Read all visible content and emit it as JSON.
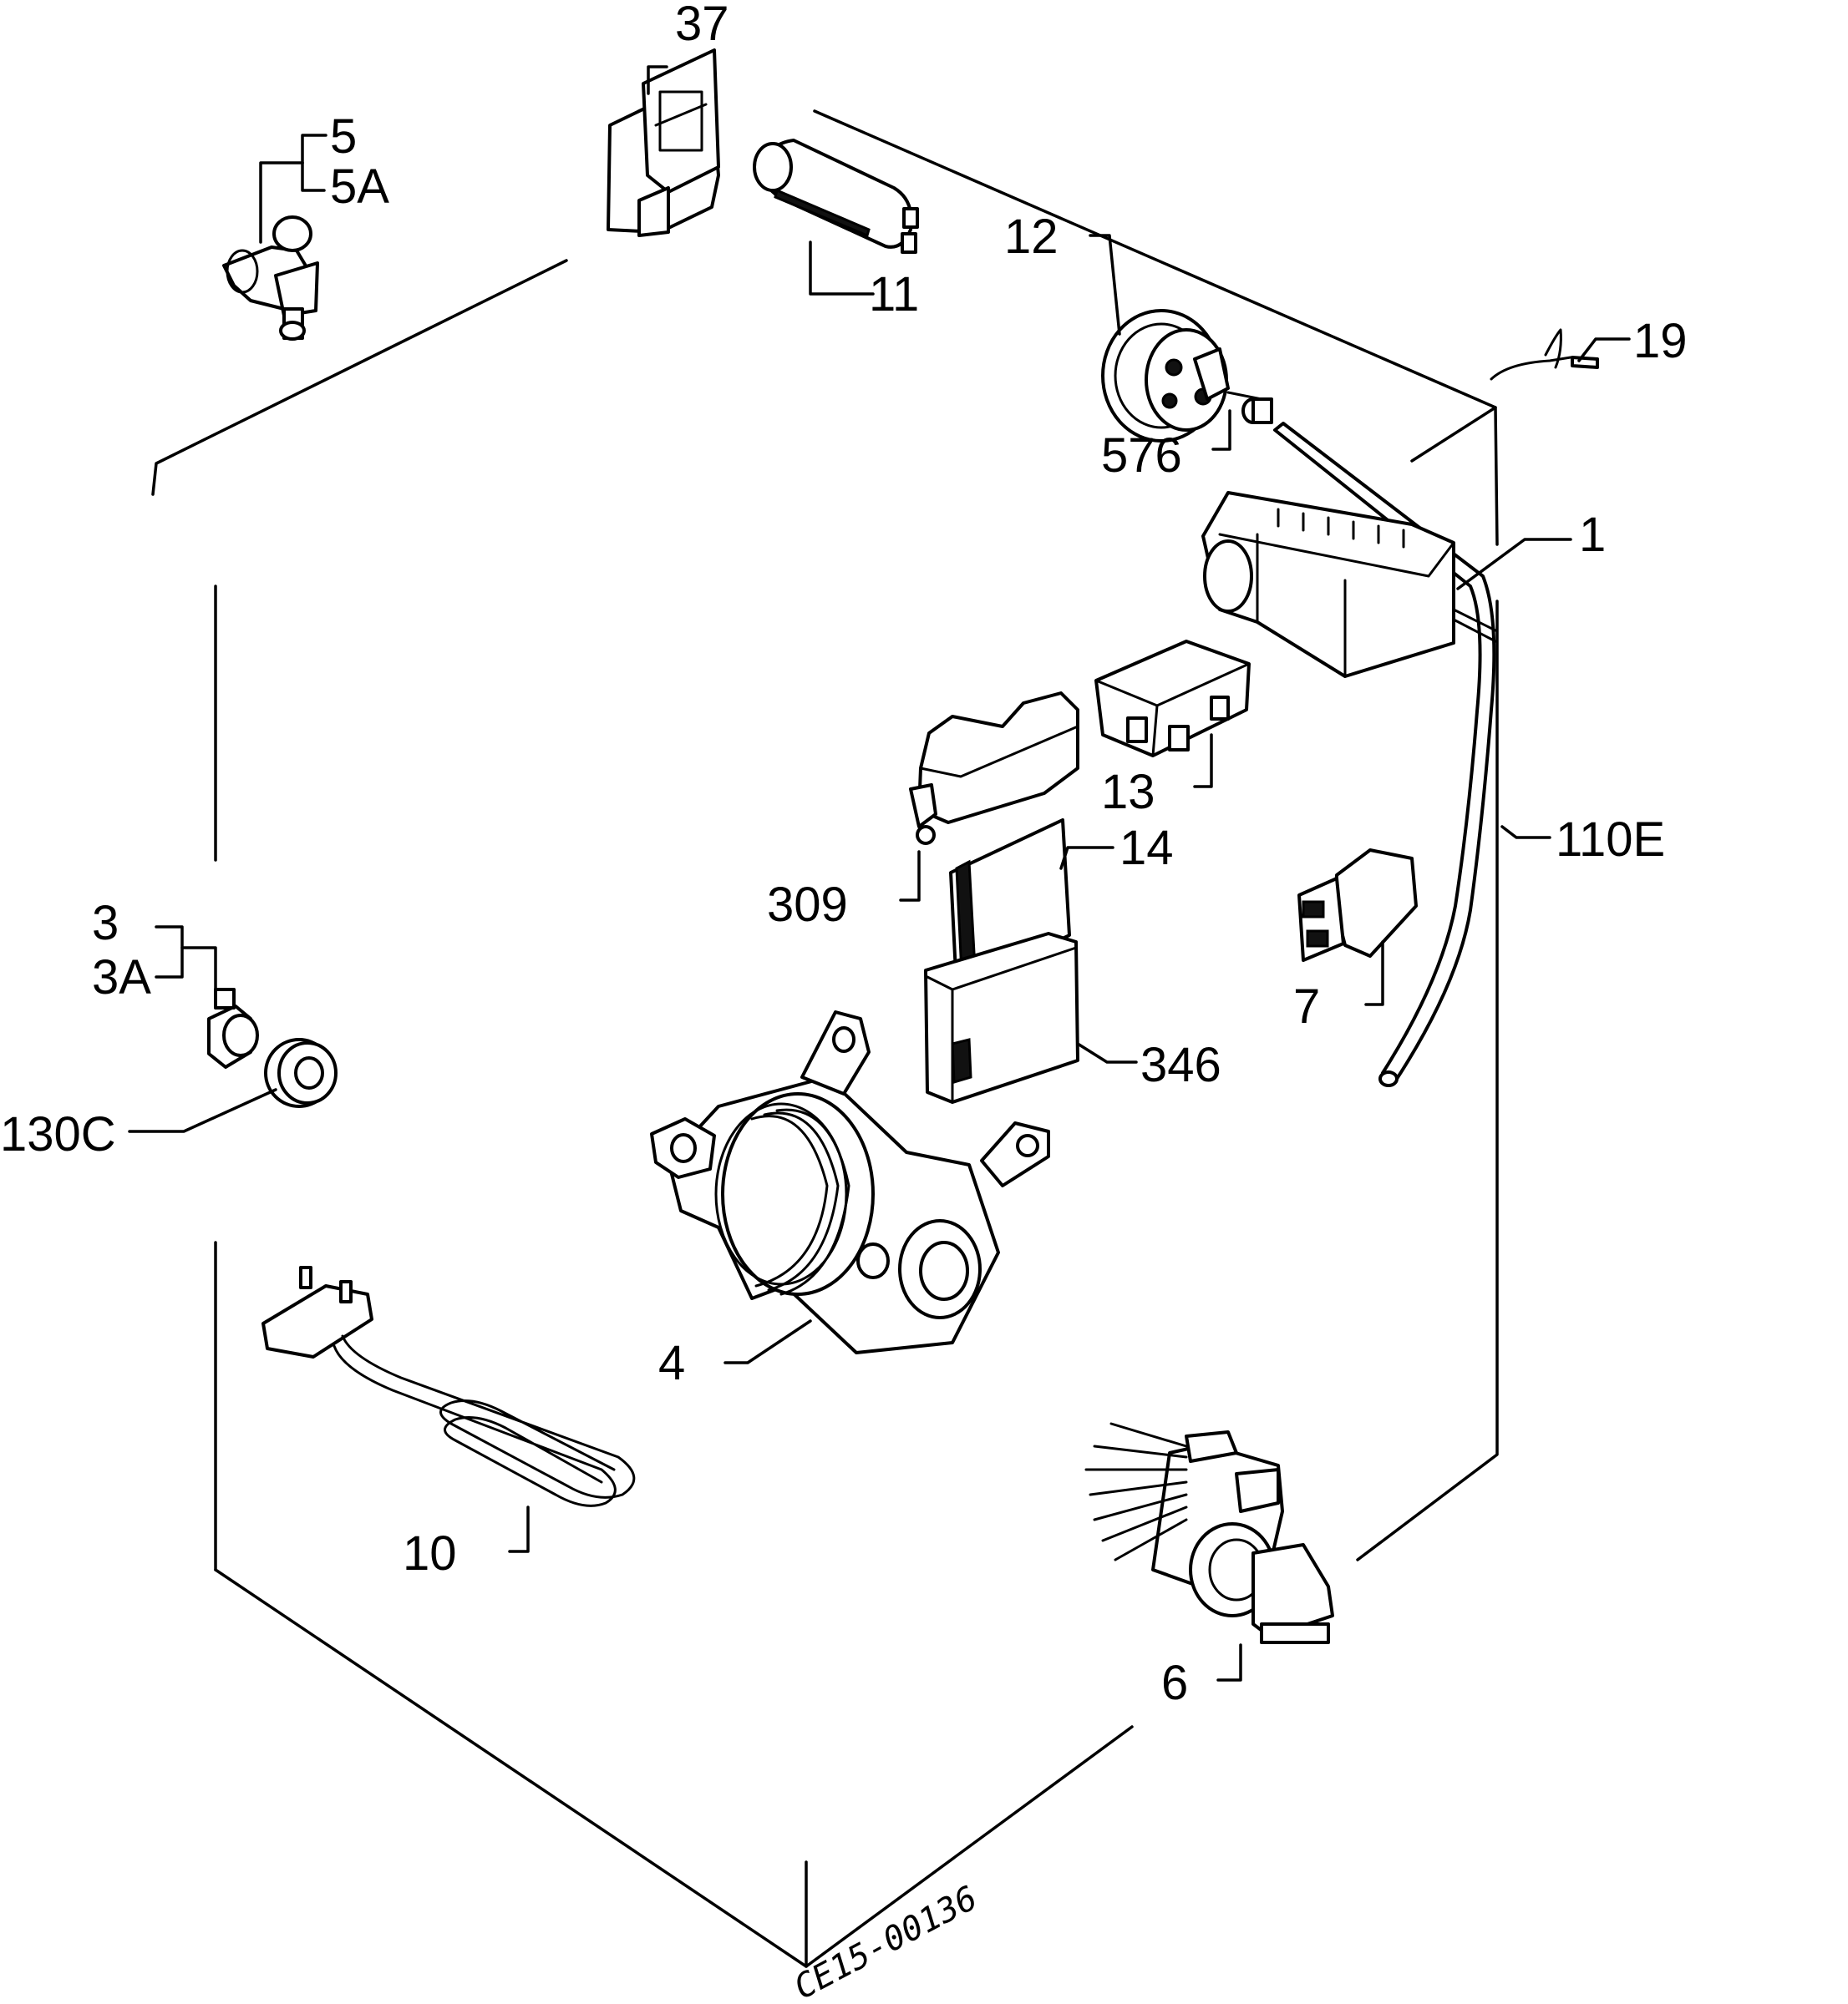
{
  "callouts": [
    {
      "id": "37",
      "text": "37"
    },
    {
      "id": "5",
      "text": "5"
    },
    {
      "id": "5a",
      "text": "5A"
    },
    {
      "id": "11",
      "text": "11"
    },
    {
      "id": "12",
      "text": "12"
    },
    {
      "id": "19",
      "text": "19"
    },
    {
      "id": "576",
      "text": "576"
    },
    {
      "id": "1",
      "text": "1"
    },
    {
      "id": "13",
      "text": "13"
    },
    {
      "id": "14",
      "text": "14"
    },
    {
      "id": "110e",
      "text": "110E"
    },
    {
      "id": "309",
      "text": "309"
    },
    {
      "id": "3",
      "text": "3"
    },
    {
      "id": "3a",
      "text": "3A"
    },
    {
      "id": "7",
      "text": "7"
    },
    {
      "id": "346",
      "text": "346"
    },
    {
      "id": "130c",
      "text": "130C"
    },
    {
      "id": "4",
      "text": "4"
    },
    {
      "id": "10",
      "text": "10"
    },
    {
      "id": "6",
      "text": "6"
    }
  ],
  "drawing_code": "CE15-00136"
}
